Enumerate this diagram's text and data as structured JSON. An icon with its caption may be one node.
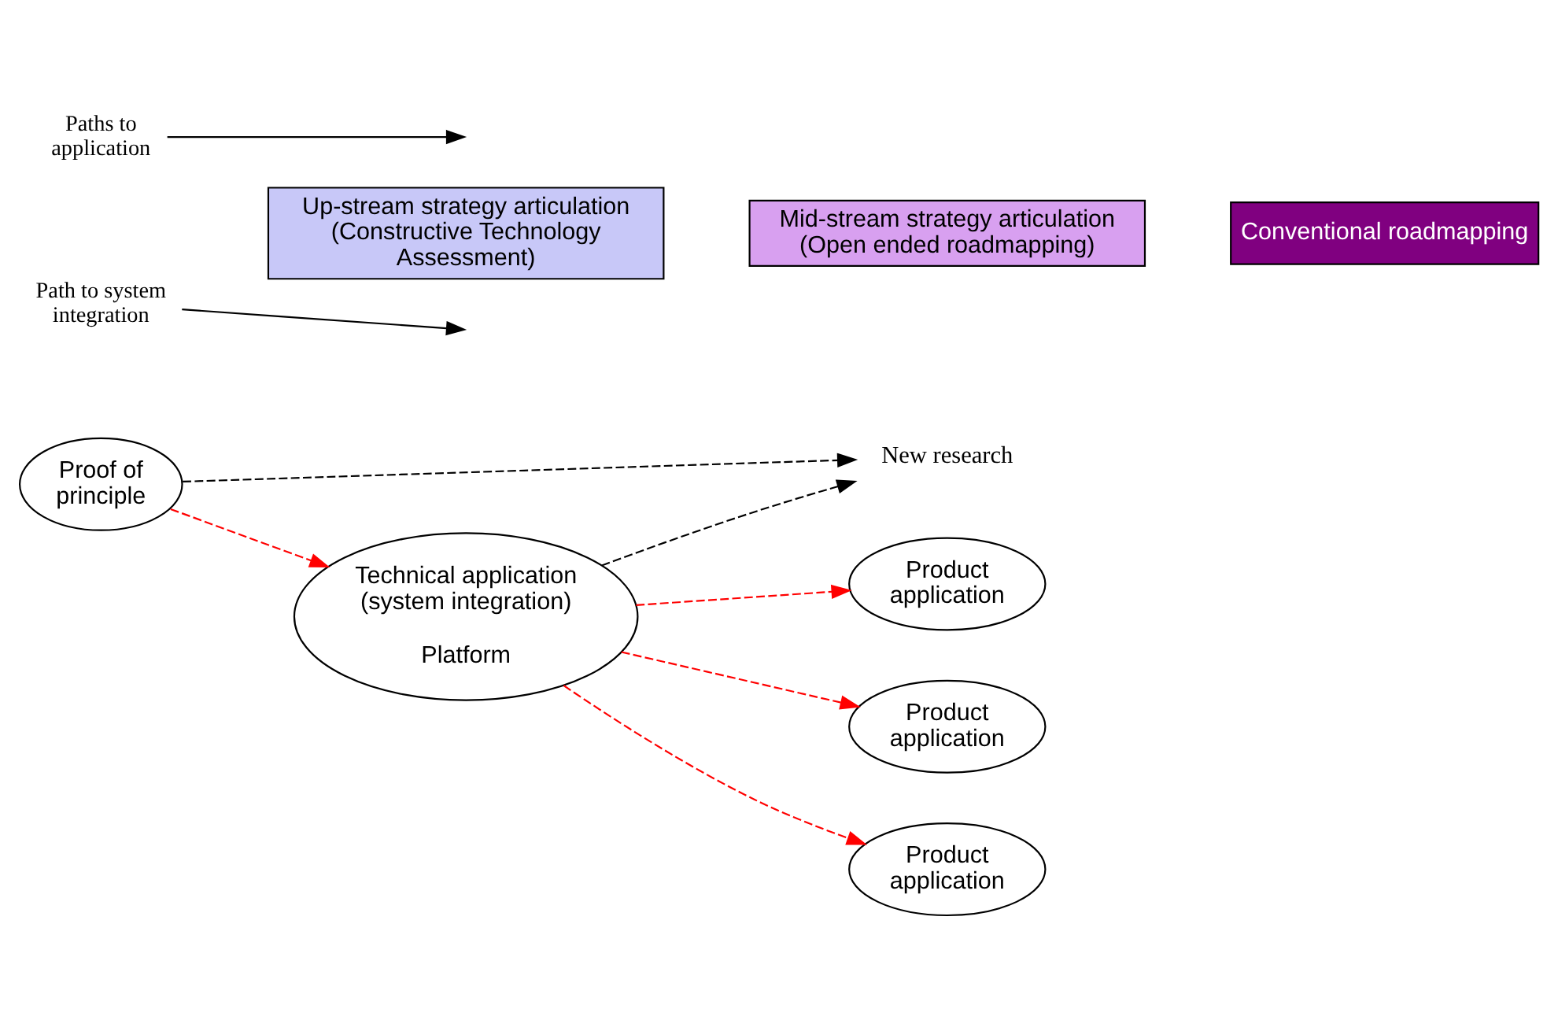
{
  "diagram": {
    "nodes": [
      {
        "text": [
          "New research"
        ]
      },
      {
        "text": [
          "Proof of principle"
        ]
      },
      {
        "text": [
          "Technical application (system integration)",
          "Platform"
        ]
      },
      {
        "text": [
          "Product application"
        ]
      },
      {
        "text": [
          "Product application"
        ]
      },
      {
        "text": [
          "Product application"
        ]
      },
      {
        "text": [
          "Path to system integration"
        ]
      },
      {
        "text": [
          "Paths to application"
        ]
      },
      {
        "text": [
          "Up-stream strategy articulation (Constructive Technology Assessment)"
        ]
      },
      {
        "text": [
          "Mid-stream strategy articulation (Open ended roadmapping)"
        ]
      },
      {
        "text": [
          "Conventional roadmapping"
        ]
      }
    ],
    "edges": [
      {
        "from": 1,
        "to": 0,
        "arrow": "to",
        "style": "dashed",
        "color": "#000000"
      },
      {
        "from": 2,
        "to": 0,
        "arrow": "to",
        "style": "dashed",
        "color": "#000000"
      },
      {
        "from": 1,
        "to": 2,
        "arrow": "to",
        "style": "dashed",
        "color": "#ff0000"
      },
      {
        "from": 2,
        "to": 3,
        "arrow": "to",
        "style": "dashed",
        "color": "#ff0000"
      },
      {
        "from": 2,
        "to": 4,
        "arrow": "to",
        "style": "dashed",
        "color": "#ff0000"
      },
      {
        "from": 2,
        "to": 5,
        "arrow": "to",
        "style": "dashed",
        "color": "#ff0000"
      },
      {
        "from": 6,
        "to": null,
        "arrow": "to",
        "color": "#000000"
      },
      {
        "from": 7,
        "to": null,
        "arrow": "to",
        "color": "#000000"
      }
    ]
  }
}
